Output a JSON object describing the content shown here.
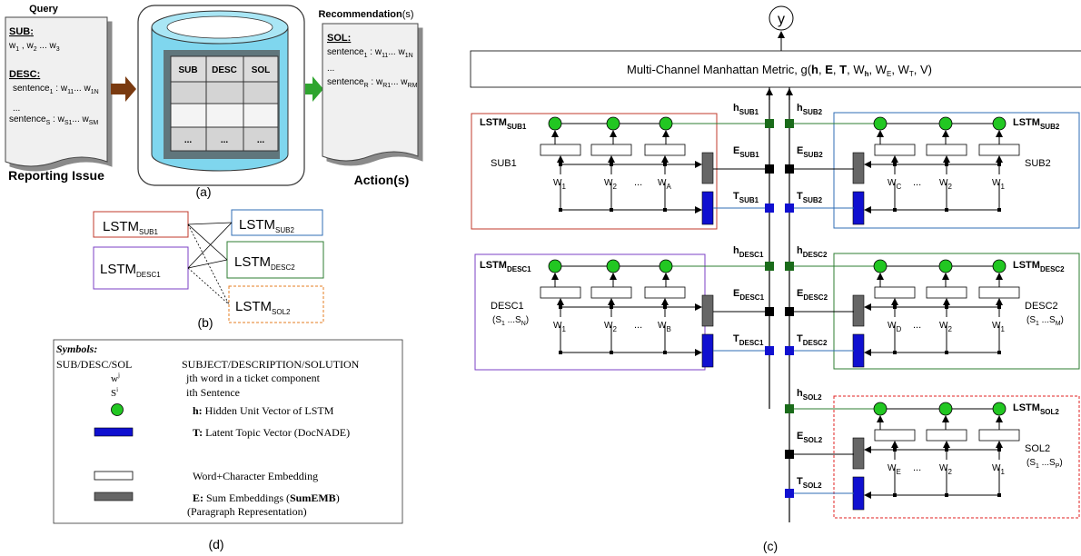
{
  "panel_a": {
    "query_title": "Query",
    "sub_label": "SUB",
    "sub_words": "w",
    "desc_label": "DESC",
    "sentence": "sentence",
    "dots": "...",
    "db_cols": [
      "SUB",
      "DESC",
      "SOL"
    ],
    "db_dots": "...",
    "reco_title": "Recommendation",
    "reco_suffix": "(s)",
    "sol_label": "SOL",
    "reporting_issue": "Reporting Issue",
    "actions": "Action(s)",
    "caption": "(a)"
  },
  "panel_b": {
    "caption": "(b)",
    "lstm": "LSTM",
    "subs": [
      "SUB1",
      "SUB2",
      "DESC1",
      "DESC2",
      "SOL2"
    ]
  },
  "panel_c": {
    "output": "y",
    "metric_prefix": "Multi-Channel Manhattan Metric, g(",
    "metric_h": "h",
    "metric_E": "E",
    "metric_T": "T",
    "metric_W": "W",
    "metric_V": "V)",
    "caption": "(c)",
    "lstm": "LSTM",
    "h": "h",
    "E": "E",
    "T": "T",
    "w": "W",
    "ellipsis": "...",
    "blocks": [
      {
        "name": "SUB1",
        "label": "SUB1",
        "sub": "",
        "words": [
          "1",
          "2",
          "A"
        ]
      },
      {
        "name": "SUB2",
        "label": "SUB2",
        "sub": "",
        "words": [
          "C",
          "2",
          "1"
        ]
      },
      {
        "name": "DESC1",
        "label": "DESC1",
        "sub": "N",
        "words": [
          "1",
          "2",
          "B"
        ]
      },
      {
        "name": "DESC2",
        "label": "DESC2",
        "sub": "M",
        "words": [
          "D",
          "2",
          "1"
        ]
      },
      {
        "name": "SOL2",
        "label": "SOL2",
        "sub": "P",
        "words": [
          "E",
          "2",
          "1"
        ]
      }
    ]
  },
  "panel_d": {
    "caption": "(d)",
    "title": "Symbols",
    "rows": [
      {
        "key": "SUB/DESC/SOL",
        "text": "SUBJECT/DESCRIPTION/SOLUTION"
      },
      {
        "key": "w",
        "text": "jth word in a ticket component"
      },
      {
        "key": "S",
        "text": "ith Sentence"
      },
      {
        "key": "h:",
        "text": "Hidden Unit Vector of LSTM"
      },
      {
        "key": "T:",
        "text": "Latent Topic Vector (DocNADE)"
      },
      {
        "key": "",
        "text": "Word+Character Embedding"
      },
      {
        "key": "E:",
        "text": "Sum Embeddings (",
        "bold": "SumEMB",
        "tail": ")"
      },
      {
        "key": "",
        "text": "(Paragraph Representation)"
      }
    ]
  },
  "colors": {
    "red": "#c0392b",
    "blue": "#2f6db5",
    "green": "#2e7d32",
    "purple": "#7b3fc4",
    "orange": "#e67e22",
    "node_green": "#22c722",
    "topic_blue": "#1010d0",
    "sumemb_gray": "#666666",
    "cyl": "#7fd6ee",
    "brown_arrow": "#7a3a10",
    "green_arrow": "#2fa52f"
  }
}
